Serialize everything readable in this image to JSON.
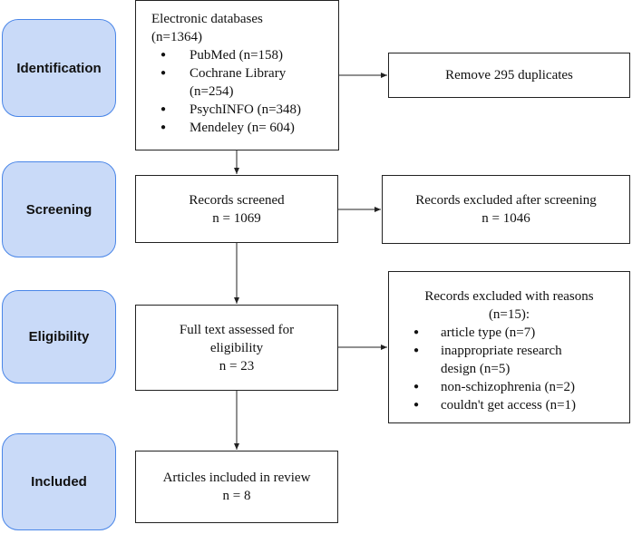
{
  "stages": {
    "identification": "Identification",
    "screening": "Screening",
    "eligibility": "Eligibility",
    "included": "Included"
  },
  "databases": {
    "title": "Electronic databases",
    "count": "(n=1364)",
    "items": [
      {
        "line1": "PubMed (n=158)",
        "line2": ""
      },
      {
        "line1": "Cochrane Library",
        "line2": "(n=254)"
      },
      {
        "line1": "PsychINFO (n=348)",
        "line2": ""
      },
      {
        "line1": "Mendeley (n= 604)",
        "line2": ""
      }
    ]
  },
  "duplicates": {
    "text": "Remove 295 duplicates"
  },
  "screened": {
    "line1": "Records screened",
    "line2": "n = 1069"
  },
  "excluded_screening": {
    "line1": "Records excluded after screening",
    "line2": "n = 1046"
  },
  "fulltext": {
    "line1": "Full text assessed for",
    "line2": "eligibility",
    "line3": "n = 23"
  },
  "excluded_reasons": {
    "line1": "Records excluded with reasons",
    "line2": "(n=15):",
    "items": [
      {
        "line1": "article type (n=7)",
        "line2": ""
      },
      {
        "line1": "inappropriate research",
        "line2": "design (n=5)"
      },
      {
        "line1": "non-schizophrenia (n=2)",
        "line2": ""
      },
      {
        "line1": "couldn't get access (n=1)",
        "line2": ""
      }
    ]
  },
  "included": {
    "line1": "Articles included in review",
    "line2": "n = 8"
  }
}
